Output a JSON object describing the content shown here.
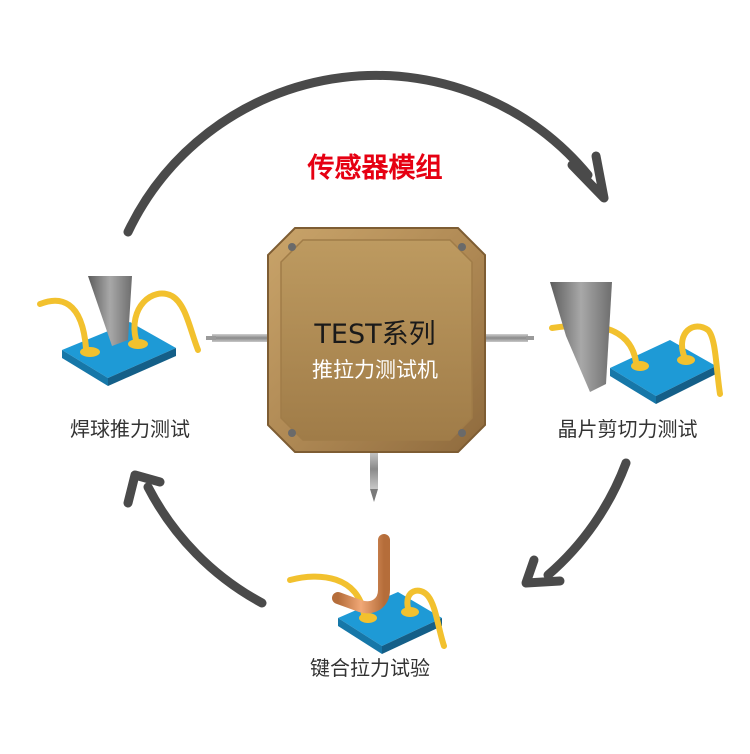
{
  "diagram": {
    "module_title": "传感器模组",
    "center_box": {
      "title": "TEST系列",
      "subtitle": "推拉力测试机"
    },
    "tests": [
      {
        "label": "焊球推力测试"
      },
      {
        "label": "晶片剪切力测试"
      },
      {
        "label": "键合拉力试验"
      }
    ]
  },
  "colors": {
    "title_red": "#e60012",
    "box_gold": "#b08a55",
    "arrow_gray": "#4a4a4a",
    "substrate_blue": "#1e9ad6",
    "wire_gold": "#f2c12e"
  }
}
